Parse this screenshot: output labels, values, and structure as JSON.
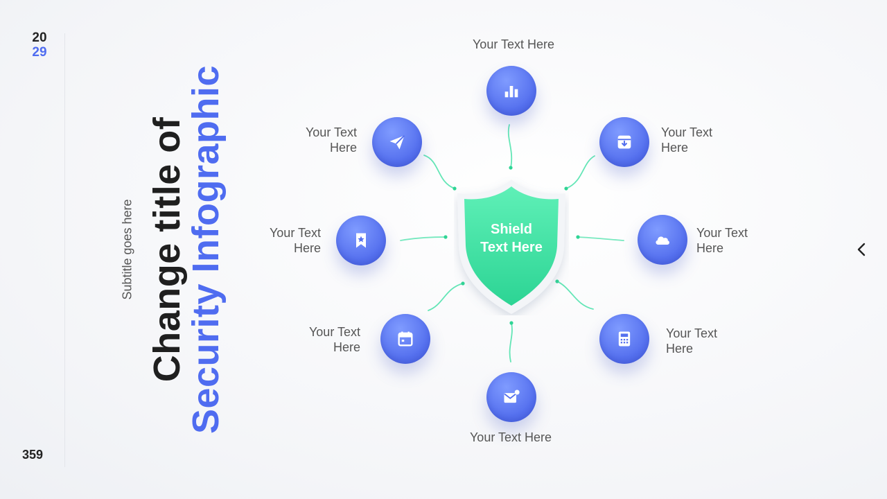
{
  "year": {
    "top": "20",
    "bottom": "29"
  },
  "page_number": "359",
  "subtitle": "Subtitle goes here",
  "title": {
    "line1": "Change title of",
    "line2": "Security Infographic"
  },
  "shield": {
    "line1": "Shield",
    "line2": "Text Here",
    "color": "#3de0a4"
  },
  "accent_color": "#4f6cf0",
  "nodes": [
    {
      "id": "top",
      "label": "Your Text Here",
      "icon": "bar-chart-icon"
    },
    {
      "id": "top-right",
      "label_line1": "Your Text",
      "label_line2": "Here",
      "icon": "archive-download-icon"
    },
    {
      "id": "right",
      "label_line1": "Your Text",
      "label_line2": "Here",
      "icon": "cloud-icon"
    },
    {
      "id": "bottom-right",
      "label_line1": "Your Text",
      "label_line2": "Here",
      "icon": "calculator-icon"
    },
    {
      "id": "bottom",
      "label": "Your Text Here",
      "icon": "mail-notification-icon"
    },
    {
      "id": "bottom-left",
      "label_line1": "Your Text",
      "label_line2": "Here",
      "icon": "calendar-icon"
    },
    {
      "id": "left",
      "label_line1": "Your Text",
      "label_line2": "Here",
      "icon": "bookmark-star-icon"
    },
    {
      "id": "top-left",
      "label_line1": "Your Text",
      "label_line2": "Here",
      "icon": "paper-plane-icon"
    }
  ],
  "nav": {
    "back_icon": "chevron-left-icon"
  }
}
